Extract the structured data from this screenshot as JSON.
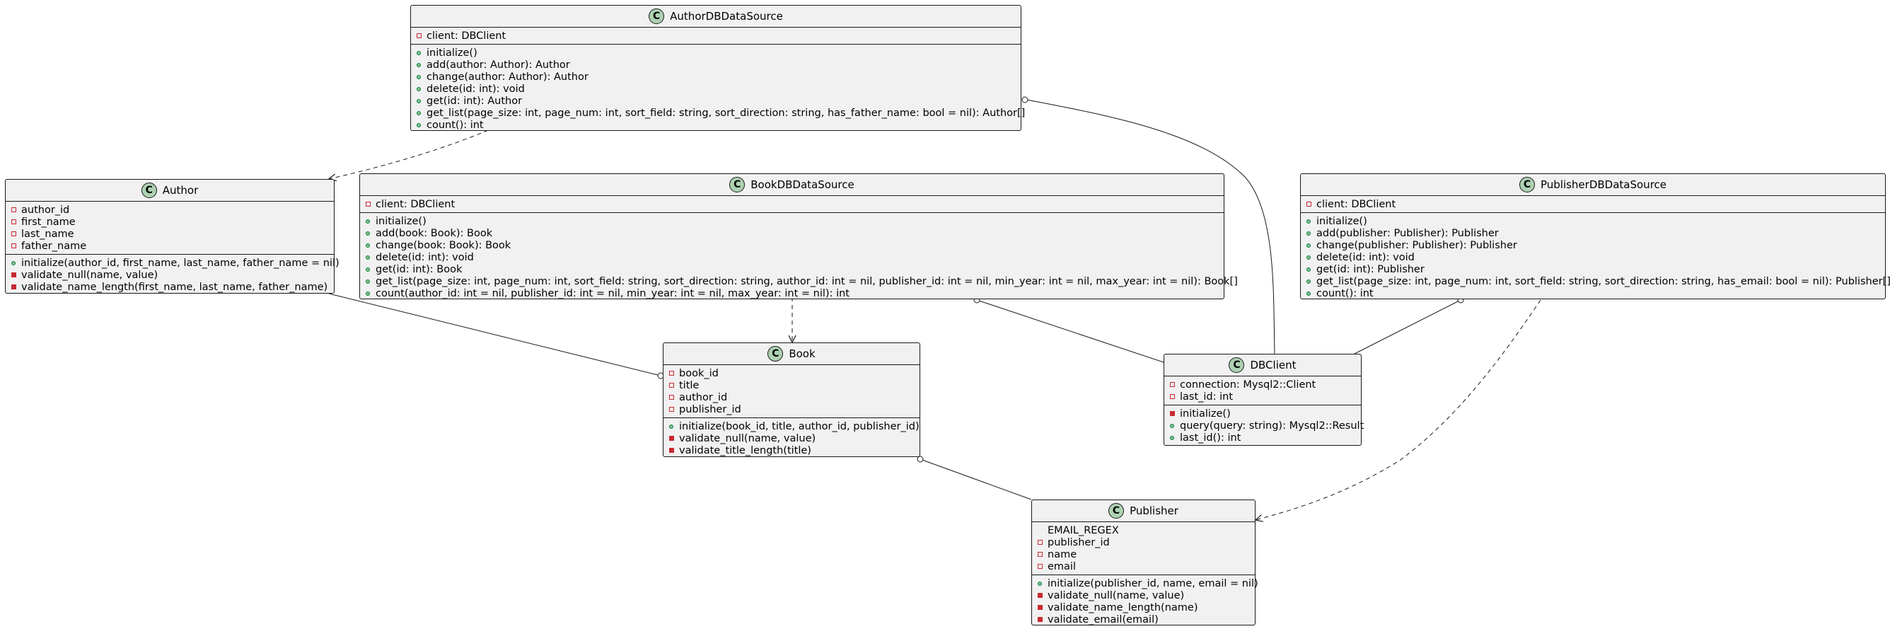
{
  "colors": {
    "class_bg": "#F1F1F1",
    "border": "#181818",
    "class_icon": "#ADD1B2",
    "public": "#84BE84",
    "private": "#C82930"
  },
  "class_icon_glyph": "C",
  "classes": {
    "author_ds": {
      "name": "AuthorDBDataSource",
      "fields": [
        {
          "vis": "private",
          "text": "client: DBClient"
        }
      ],
      "methods": [
        {
          "vis": "public",
          "text": "initialize()"
        },
        {
          "vis": "public",
          "text": "add(author: Author): Author"
        },
        {
          "vis": "public",
          "text": "change(author: Author): Author"
        },
        {
          "vis": "public",
          "text": "delete(id: int): void"
        },
        {
          "vis": "public",
          "text": "get(id: int): Author"
        },
        {
          "vis": "public",
          "text": "get_list(page_size: int, page_num: int, sort_field: string, sort_direction: string, has_father_name: bool = nil): Author[]"
        },
        {
          "vis": "public",
          "text": "count(): int"
        }
      ]
    },
    "author": {
      "name": "Author",
      "fields": [
        {
          "vis": "private",
          "text": "author_id"
        },
        {
          "vis": "private",
          "text": "first_name"
        },
        {
          "vis": "private",
          "text": "last_name"
        },
        {
          "vis": "private",
          "text": "father_name"
        }
      ],
      "methods": [
        {
          "vis": "public",
          "text": "initialize(author_id, first_name, last_name, father_name = nil)"
        },
        {
          "vis": "private_method",
          "text": "validate_null(name, value)"
        },
        {
          "vis": "private_method",
          "text": "validate_name_length(first_name, last_name, father_name)"
        }
      ]
    },
    "book_ds": {
      "name": "BookDBDataSource",
      "fields": [
        {
          "vis": "private",
          "text": "client: DBClient"
        }
      ],
      "methods": [
        {
          "vis": "public",
          "text": "initialize()"
        },
        {
          "vis": "public",
          "text": "add(book: Book): Book"
        },
        {
          "vis": "public",
          "text": "change(book: Book): Book"
        },
        {
          "vis": "public",
          "text": "delete(id: int): void"
        },
        {
          "vis": "public",
          "text": "get(id: int): Book"
        },
        {
          "vis": "public",
          "text": "get_list(page_size: int, page_num: int, sort_field: string, sort_direction: string, author_id: int = nil, publisher_id: int = nil, min_year: int = nil, max_year: int = nil): Book[]"
        },
        {
          "vis": "public",
          "text": "count(author_id: int = nil, publisher_id: int = nil, min_year: int = nil, max_year: int = nil): int"
        }
      ]
    },
    "publisher_ds": {
      "name": "PublisherDBDataSource",
      "fields": [
        {
          "vis": "private",
          "text": "client: DBClient"
        }
      ],
      "methods": [
        {
          "vis": "public",
          "text": "initialize()"
        },
        {
          "vis": "public",
          "text": "add(publisher: Publisher): Publisher"
        },
        {
          "vis": "public",
          "text": "change(publisher: Publisher): Publisher"
        },
        {
          "vis": "public",
          "text": "delete(id: int): void"
        },
        {
          "vis": "public",
          "text": "get(id: int): Publisher"
        },
        {
          "vis": "public",
          "text": "get_list(page_size: int, page_num: int, sort_field: string, sort_direction: string, has_email: bool = nil): Publisher[]"
        },
        {
          "vis": "public",
          "text": "count(): int"
        }
      ]
    },
    "book": {
      "name": "Book",
      "fields": [
        {
          "vis": "private",
          "text": "book_id"
        },
        {
          "vis": "private",
          "text": "title"
        },
        {
          "vis": "private",
          "text": "author_id"
        },
        {
          "vis": "private",
          "text": "publisher_id"
        }
      ],
      "methods": [
        {
          "vis": "public",
          "text": "initialize(book_id, title, author_id, publisher_id)"
        },
        {
          "vis": "private_method",
          "text": "validate_null(name, value)"
        },
        {
          "vis": "private_method",
          "text": "validate_title_length(title)"
        }
      ]
    },
    "dbclient": {
      "name": "DBClient",
      "fields": [
        {
          "vis": "private",
          "text": "connection: Mysql2::Client"
        },
        {
          "vis": "private",
          "text": "last_id: int"
        }
      ],
      "methods": [
        {
          "vis": "private_method",
          "text": "initialize()"
        },
        {
          "vis": "public",
          "text": "query(query: string): Mysql2::Result"
        },
        {
          "vis": "public",
          "text": "last_id(): int"
        }
      ]
    },
    "publisher": {
      "name": "Publisher",
      "fields": [
        {
          "vis": "none",
          "text": "EMAIL_REGEX"
        },
        {
          "vis": "private",
          "text": "publisher_id"
        },
        {
          "vis": "private",
          "text": "name"
        },
        {
          "vis": "private",
          "text": "email"
        }
      ],
      "methods": [
        {
          "vis": "public",
          "text": "initialize(publisher_id, name, email = nil)"
        },
        {
          "vis": "private_method",
          "text": "validate_null(name, value)"
        },
        {
          "vis": "private_method",
          "text": "validate_name_length(name)"
        },
        {
          "vis": "private_method",
          "text": "validate_email(email)"
        }
      ]
    }
  },
  "relations": [
    {
      "from": "author_ds",
      "to": "author",
      "type": "dependency"
    },
    {
      "from": "author_ds",
      "to": "dbclient",
      "type": "aggregation"
    },
    {
      "from": "book_ds",
      "to": "book",
      "type": "dependency"
    },
    {
      "from": "book_ds",
      "to": "dbclient",
      "type": "aggregation"
    },
    {
      "from": "publisher_ds",
      "to": "dbclient",
      "type": "aggregation"
    },
    {
      "from": "publisher_ds",
      "to": "publisher",
      "type": "dependency"
    },
    {
      "from": "book",
      "to": "author",
      "type": "aggregation"
    },
    {
      "from": "book",
      "to": "publisher",
      "type": "aggregation"
    }
  ]
}
